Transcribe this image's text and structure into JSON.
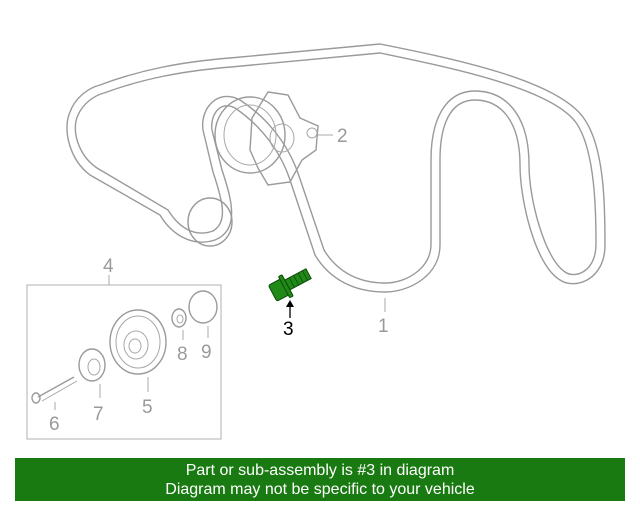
{
  "callouts": {
    "belt": "1",
    "tensioner": "2",
    "bolt": "3",
    "idler_assembly": "4",
    "idler_pulley": "5",
    "long_bolt": "6",
    "washer_pulley": "7",
    "nut": "8",
    "cap": "9"
  },
  "highlight_color": "#1f8a17",
  "banner": {
    "line1": "Part or sub-assembly is #3 in diagram",
    "line2": "Diagram may not be specific to your vehicle",
    "background": "#1a7a12"
  }
}
